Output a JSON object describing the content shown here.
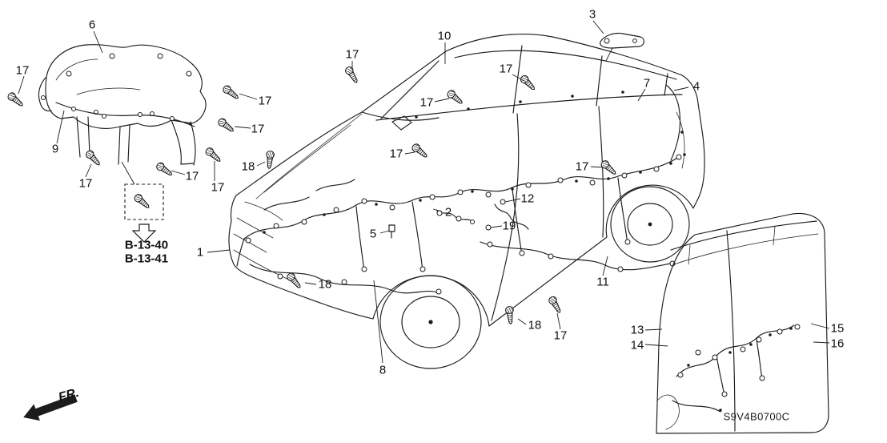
{
  "diagram": {
    "title": "wire-harness-parts-diagram",
    "ink_color": "#1c1c1c",
    "part_code": "S9V4B0700C",
    "fr_label": "FR.",
    "ref_box": {
      "line1": "B-13-40",
      "line2": "B-13-41"
    },
    "callouts": [
      {
        "text": "6"
      },
      {
        "text": "17"
      },
      {
        "text": "9"
      },
      {
        "text": "17"
      },
      {
        "text": "17"
      },
      {
        "text": "17"
      },
      {
        "text": "17"
      },
      {
        "text": "17"
      },
      {
        "text": "18"
      },
      {
        "text": "17"
      },
      {
        "text": "10"
      },
      {
        "text": "17"
      },
      {
        "text": "17"
      },
      {
        "text": "3"
      },
      {
        "text": "7"
      },
      {
        "text": "4"
      },
      {
        "text": "17"
      },
      {
        "text": "17"
      },
      {
        "text": "12"
      },
      {
        "text": "2"
      },
      {
        "text": "19"
      },
      {
        "text": "5"
      },
      {
        "text": "1"
      },
      {
        "text": "18"
      },
      {
        "text": "18"
      },
      {
        "text": "17"
      },
      {
        "text": "11"
      },
      {
        "text": "8"
      },
      {
        "text": "13"
      },
      {
        "text": "14"
      },
      {
        "text": "15"
      },
      {
        "text": "16"
      }
    ],
    "icons": {
      "bolt": "bolt-screw-icon",
      "fr_arrow": "direction-arrow-icon",
      "ref_arrow": "down-arrow-icon"
    }
  }
}
